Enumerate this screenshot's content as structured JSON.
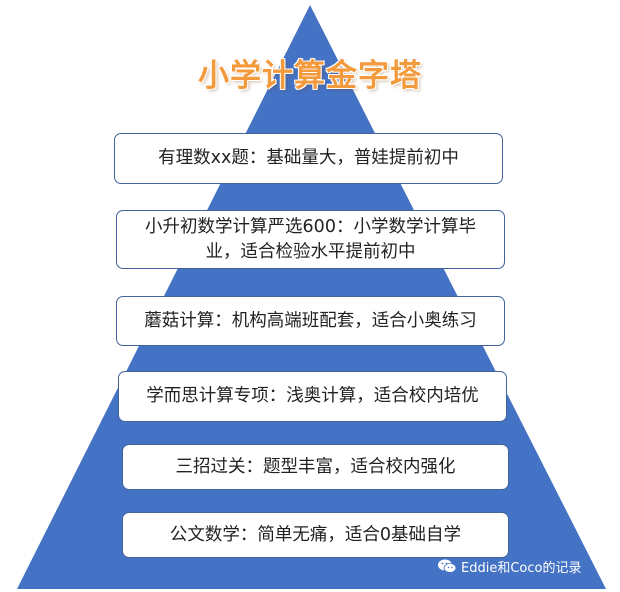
{
  "title": "小学计算金字塔",
  "colors": {
    "pyramid": "#4472C4",
    "title": "#F39A3C",
    "box_border": "#41639A"
  },
  "tiers": [
    {
      "text": "有理数xx题：基础量大，普娃提前初中"
    },
    {
      "line1": "小升初数学计算严选600：小学数学计算毕",
      "line2": "业，适合检验水平提前初中"
    },
    {
      "text": "蘑菇计算：机构高端班配套，适合小奥练习"
    },
    {
      "text": "学而思计算专项：浅奥计算，适合校内培优"
    },
    {
      "text": "三招过关：题型丰富，适合校内强化"
    },
    {
      "text": "公文数学：简单无痛，适合0基础自学"
    }
  ],
  "watermark": {
    "icon": "wechat-icon",
    "text": "Eddie和Coco的记录"
  }
}
